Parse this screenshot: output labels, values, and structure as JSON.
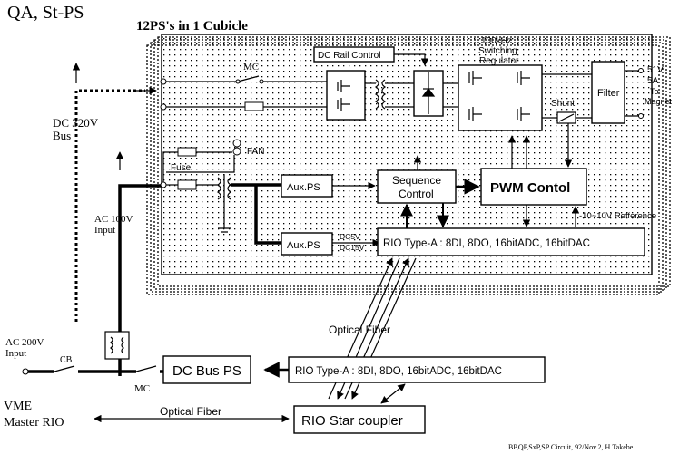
{
  "header": {
    "title": "QA, St-PS",
    "cubicle": "12PS's in 1 Cubicle"
  },
  "left": {
    "dc_bus": "DC 320V",
    "dc_bus2": "Bus",
    "ac100": "AC 100V",
    "ac100_2": "Input",
    "ac200": "AC 200V",
    "ac200_2": "Input",
    "cb": "CB",
    "mc_bottom": "MC",
    "vme": "VME",
    "vme2": "Master RIO",
    "optical_bottom": "Optical Fiber"
  },
  "cubicle": {
    "mc_top": "MC",
    "dc_rail": "DC Rail Control",
    "regulator1": "100kHz",
    "regulator2": "Switching",
    "regulator3": "Regulator",
    "filter": "Filter",
    "out1": "51V",
    "out2": "5A",
    "to1": "To",
    "to2": "Magnet",
    "shunt": "Shunt",
    "fan": "FAN",
    "fuse": "Fuse",
    "aux1": "Aux.PS",
    "aux2": "Aux.PS",
    "seq1": "Sequence",
    "seq2": "Control",
    "pwm": "PWM  Contol",
    "ref": "-10~10V Refference",
    "dc5": "DC5V",
    "dc15": "DC15V",
    "rio_a": "RIO Type-A : 8DI, 8DO, 16bitADC, 16bitDAC"
  },
  "lower": {
    "optical_fiber": "Optical Fiber",
    "dc_bus_ps": "DC Bus PS",
    "rio_lower": "RIO Type-A : 8DI, 8DO, 16bitADC, 16bitDAC",
    "star": "RIO Star coupler"
  },
  "footer": {
    "credit": "BP,QP,SxP,SP Circuit, 92/Nov.2, H.Takebe"
  }
}
